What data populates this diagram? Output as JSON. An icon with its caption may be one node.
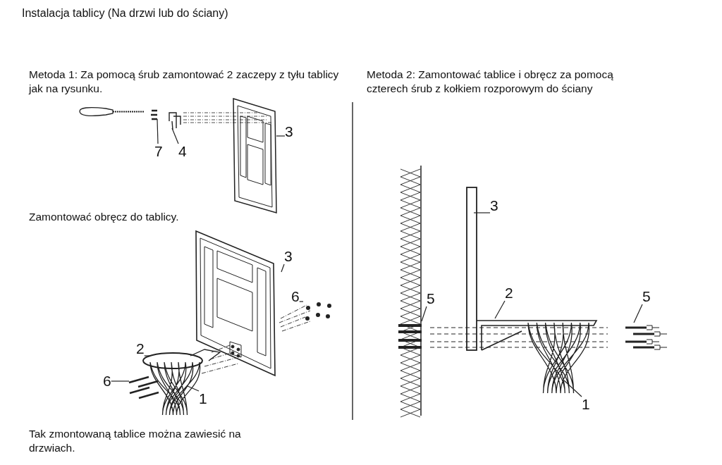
{
  "diagram": {
    "title": "Instalacja tablicy (Na drzwi lub do ściany)",
    "nodes": [
      {
        "text": [
          "7"
        ]
      },
      {
        "text": [
          "4"
        ]
      },
      {
        "text": [
          "3"
        ]
      },
      {
        "text": [
          "3"
        ]
      },
      {
        "text": [
          "6"
        ]
      },
      {
        "text": [
          "2"
        ]
      },
      {
        "text": [
          "6"
        ]
      },
      {
        "text": [
          "1"
        ]
      },
      {
        "text": [
          "3"
        ]
      },
      {
        "text": [
          "5"
        ]
      },
      {
        "text": [
          "2"
        ]
      },
      {
        "text": [
          "5"
        ]
      },
      {
        "text": [
          "1"
        ]
      },
      {
        "text": [],
        "shape": "picture"
      },
      {
        "text": [],
        "shape": "picture"
      },
      {
        "text": [],
        "shape": "picture"
      },
      {
        "text": [],
        "shape": "picture"
      }
    ],
    "edges": [
      {
        "from": 0,
        "to": 15,
        "arrow": "none"
      },
      {
        "from": 1,
        "to": 16,
        "arrow": "none"
      },
      {
        "from": 2,
        "to": 13,
        "arrow": "none"
      },
      {
        "from": 3,
        "to": null,
        "arrow": "none"
      },
      {
        "from": 4,
        "to": null,
        "arrow": "none"
      },
      {
        "from": 5,
        "to": null,
        "arrow": "none"
      },
      {
        "from": 6,
        "to": 14,
        "arrow": "none"
      },
      {
        "from": 7,
        "to": null,
        "arrow": "none"
      },
      {
        "from": 8,
        "to": null,
        "arrow": "none"
      },
      {
        "from": 9,
        "to": null,
        "arrow": "none"
      },
      {
        "from": 10,
        "to": null,
        "arrow": "none"
      },
      {
        "from": 11,
        "to": null,
        "arrow": "none"
      },
      {
        "from": 12,
        "to": null,
        "arrow": "none"
      }
    ],
    "labels": [
      "Metoda 1: Za pomocą śrub zamontować 2 zaczepy z tyłu tablicy jak na rysunku.",
      "Metoda 2: Zamontować tablice i obręcz za pomocą czterech śrub z kołkiem rozporowym do ściany",
      "Zamontować obręcz do tablicy.",
      "Tak zmontowaną tablice można zawiesić na drzwiach."
    ]
  }
}
